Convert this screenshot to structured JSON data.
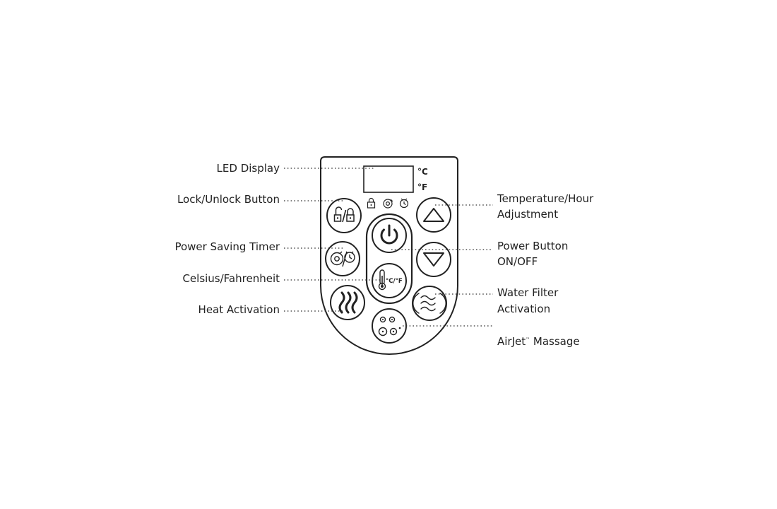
{
  "display": {
    "unit_c": "°C",
    "unit_f": "°F"
  },
  "buttons": {
    "celsius_fahrenheit_text": "°C/°F"
  },
  "labels": {
    "led_display": "LED Display",
    "lock_unlock": "Lock/Unlock Button",
    "power_saving_timer": "Power Saving Timer",
    "celsius_fahrenheit": "Celsius/Fahrenheit",
    "heat_activation": "Heat Activation",
    "temperature_hour_line1": "Temperature/Hour",
    "temperature_hour_line2": "Adjustment",
    "power_button_line1": "Power Button",
    "power_button_line2": "ON/OFF",
    "water_filter_line1": "Water Filter",
    "water_filter_line2": "Activation",
    "airjet_name": "AirJet",
    "airjet_tm": "™",
    "airjet_massage": " Massage"
  },
  "colors": {
    "outline": "#222222",
    "background": "#ffffff"
  }
}
